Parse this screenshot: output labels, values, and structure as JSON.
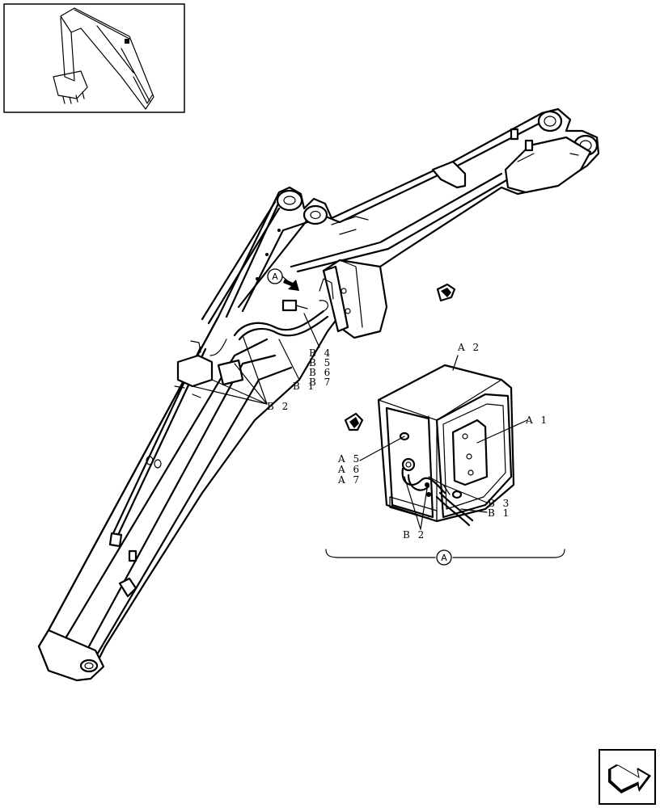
{
  "labels": {
    "a1": "A 1",
    "a2": "A 2",
    "a5": "A 5",
    "a6": "A 6",
    "a7": "A 7",
    "b1": "B 1",
    "b1_detail": "B 1",
    "b2": "B 2",
    "b2_detail": "B 2",
    "b3": "B 3",
    "b4": "B 4",
    "b5": "B 5",
    "b6": "B 6",
    "b7": "B 7"
  },
  "detail_marker": "A",
  "detail_ref": "A",
  "icons": {
    "thumbnail": "excavator-thumbnail",
    "nav": "next-page-arrow-icon",
    "view_arrow_1": "view-direction-arrow-icon",
    "view_arrow_2": "view-direction-arrow-icon",
    "view_arrow_3": "view-direction-arrow-icon"
  }
}
